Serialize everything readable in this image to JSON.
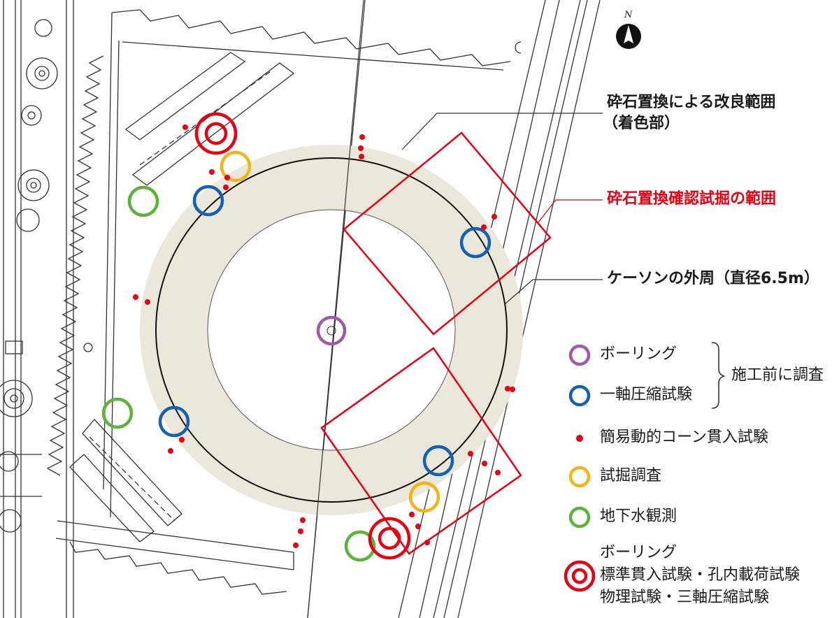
{
  "north": {
    "letter": "N"
  },
  "callouts": {
    "improvement_range": {
      "line1": "砕石置換による改良範囲",
      "line2": "（着色部）"
    },
    "trial_pit_range": {
      "text": "砕石置換確認試掘の範囲",
      "color": "#e60012"
    },
    "caisson": {
      "text": "ケーソンの外周（直径6.5m）"
    }
  },
  "legend": {
    "boring": "ボーリング",
    "uniaxial": "一軸圧縮試験",
    "pre_construction": "施工前に調査",
    "cone": "簡易動的コーン貫入試験",
    "trial_pit": "試掘調査",
    "groundwater": "地下水観測",
    "combo": {
      "line1": "ボーリング",
      "line2": "標準貫入試験・孔内載荷試験",
      "line3": "物理試験・三軸圧縮試験"
    }
  },
  "colors": {
    "boring": "#a05aa8",
    "uniaxial": "#1560b0",
    "cone": "#e60012",
    "trial_pit": "#f5b31a",
    "groundwater": "#5db33a",
    "combo": "#e60012",
    "improved_zone": "#ebe7da",
    "trial_pit_range": "#e60012"
  },
  "icons": {
    "north_arrow": "north-arrow-icon",
    "brace": "brace-icon"
  }
}
